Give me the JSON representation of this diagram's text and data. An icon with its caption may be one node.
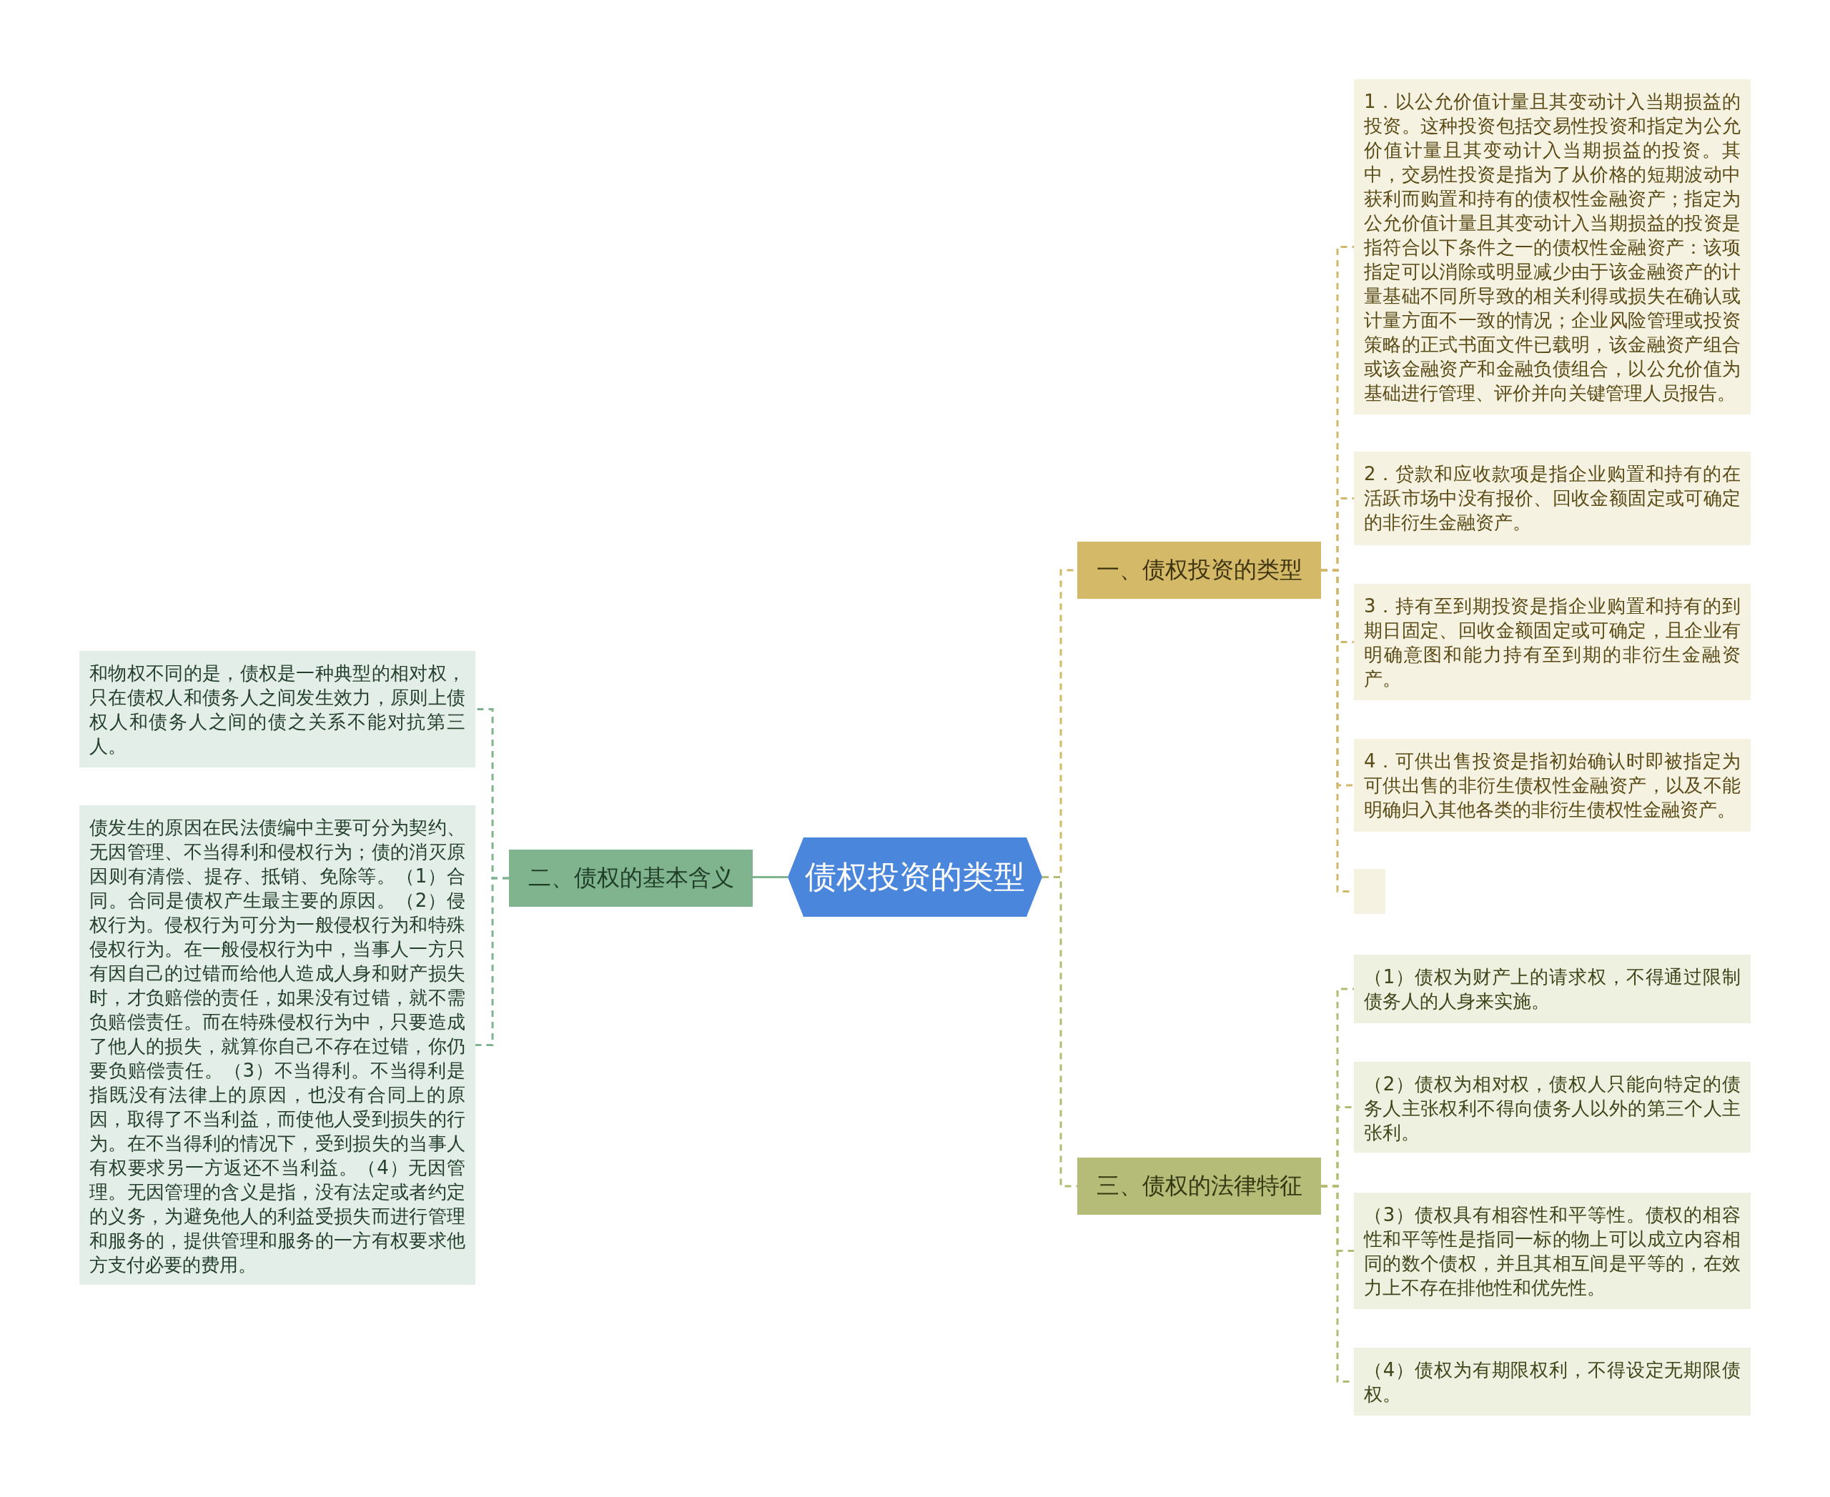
{
  "diagram": {
    "nodes": [
      {
        "text": [
          "债权投资的类型"
        ]
      },
      {
        "text": [
          "一、债权投资的类型"
        ]
      },
      {
        "text": [
          "1．以公允价值计量且其变动计入当期损益的投资。这种投资包括交易性投资和指定为公允价值计量且其变动计入当期损益的投资。其中，交易性投资是指为了从价格的短期波动中获利而购置和持有的债权性金融资产；指定为公允价值计量且其变动计入当期损益的投资是指符合以下条件之一的债权性金融资产：该项指定可以消除或明显减少由于该金融资产的计量基础不同所导致的相关利得或损失在确认或计量方面不一致的情况；企业风险管理或投资策略的正式书面文件已载明，该金融资产组合或该金融资产和金融负债组合，以公允价值为基础进行管理、评价并向关键管理人员报告。"
        ]
      },
      {
        "text": [
          "2．贷款和应收款项是指企业购置和持有的在活跃市场中没有报价、回收金额固定或可确定的非衍生金融资产。"
        ]
      },
      {
        "text": [
          "3．持有至到期投资是指企业购置和持有的到期日固定、回收金额固定或可确定，且企业有明确意图和能力持有至到期的非衍生金融资产。"
        ]
      },
      {
        "text": [
          "4．可供出售投资是指初始确认时即被指定为可供出售的非衍生债权性金融资产，以及不能明确归入其他各类的非衍生债权性金融资产。"
        ]
      },
      {
        "text": [],
        "shape": "box"
      },
      {
        "text": [
          "二、债权的基本含义"
        ]
      },
      {
        "text": [
          "和物权不同的是，债权是一种典型的相对权，只在债权人和债务人之间发生效力，原则上债权人和债务人之间的债之关系不能对抗第三人。"
        ]
      },
      {
        "text": [
          "债发生的原因在民法债编中主要可分为契约、无因管理、不当得利和侵权行为；债的消灭原因则有清偿、提存、抵销、免除等。（1）合同。合同是债权产生最主要的原因。（2）侵权行为。侵权行为可分为一般侵权行为和特殊侵权行为。在一般侵权行为中，当事人一方只有因自己的过错而给他人造成人身和财产损失时，才负赔偿的责任，如果没有过错，就不需负赔偿责任。而在特殊侵权行为中，只要造成了他人的损失，就算你自己不存在过错，你仍要负赔偿责任。（3）不当得利。不当得利是指既没有法律上的原因，也没有合同上的原因，取得了不当利益，而使他人受到损失的行为。在不当得利的情况下，受到损失的当事人有权要求另一方返还不当利益。（4）无因管理。无因管理的含义是指，没有法定或者约定的义务，为避免他人的利益受损失而进行管理和服务的，提供管理和服务的一方有权要求他方支付必要的费用。"
        ]
      },
      {
        "text": [
          "三、债权的法律特征"
        ]
      },
      {
        "text": [
          "（1）债权为财产上的请求权，不得通过限制债务人的人身来实施。"
        ]
      },
      {
        "text": [
          "（2）债权为相对权，债权人只能向特定的债务人主张权利不得向债务人以外的第三个人主张利。"
        ]
      },
      {
        "text": [
          "（3）债权具有相容性和平等性。债权的相容性和平等性是指同一标的物上可以成立内容相同的数个债权，并且其相互间是平等的，在效力上不存在排他性和优先性。"
        ]
      },
      {
        "text": [
          "（4）债权为有期限权利，不得设定无期限债权。"
        ]
      }
    ],
    "edges": [
      {
        "from": 0,
        "to": 1,
        "arrow": "none",
        "style": "dashed",
        "color": "#d2b86a"
      },
      {
        "from": 1,
        "to": 2,
        "arrow": "none",
        "style": "dashed",
        "color": "#d2b86a"
      },
      {
        "from": 1,
        "to": 3,
        "arrow": "none",
        "style": "dashed",
        "color": "#d2b86a"
      },
      {
        "from": 1,
        "to": 4,
        "arrow": "none",
        "style": "dashed",
        "color": "#d2b86a"
      },
      {
        "from": 1,
        "to": 5,
        "arrow": "none",
        "style": "dashed",
        "color": "#d2b86a"
      },
      {
        "from": 1,
        "to": 6,
        "arrow": "none",
        "style": "dashed",
        "color": "#d2b86a"
      },
      {
        "from": 0,
        "to": 7,
        "arrow": "none",
        "color": "#7fb48f"
      },
      {
        "from": 7,
        "to": 8,
        "arrow": "none",
        "style": "dashed",
        "color": "#7fb48f"
      },
      {
        "from": 7,
        "to": 9,
        "arrow": "none",
        "style": "dashed",
        "color": "#7fb48f"
      },
      {
        "from": 0,
        "to": 10,
        "arrow": "none",
        "style": "dashed",
        "color": "#b3bb72"
      },
      {
        "from": 10,
        "to": 11,
        "arrow": "none",
        "style": "dashed",
        "color": "#b3bb72"
      },
      {
        "from": 10,
        "to": 12,
        "arrow": "none",
        "style": "dashed",
        "color": "#b3bb72"
      },
      {
        "from": 10,
        "to": 13,
        "arrow": "none",
        "style": "dashed",
        "color": "#b3bb72"
      },
      {
        "from": 10,
        "to": 14,
        "arrow": "none",
        "style": "dashed",
        "color": "#b3bb72"
      }
    ]
  }
}
